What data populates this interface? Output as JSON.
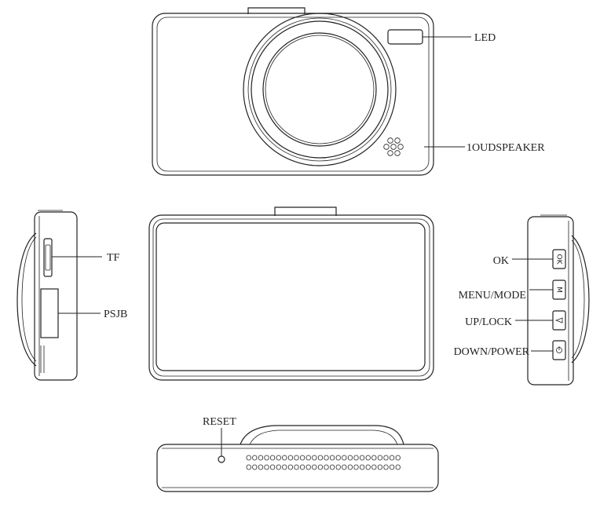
{
  "labels": {
    "led": "LED",
    "loudspeaker": "1OUDSPEAKER",
    "tf": "TF",
    "psjb": "PSJB",
    "ok": "OK",
    "menu_mode": "MENU/MODE",
    "up_lock": "UP/LOCK",
    "down_power": "DOWN/POWER",
    "reset": "RESET"
  },
  "button_glyphs": {
    "ok": "OK",
    "menu": "M"
  }
}
